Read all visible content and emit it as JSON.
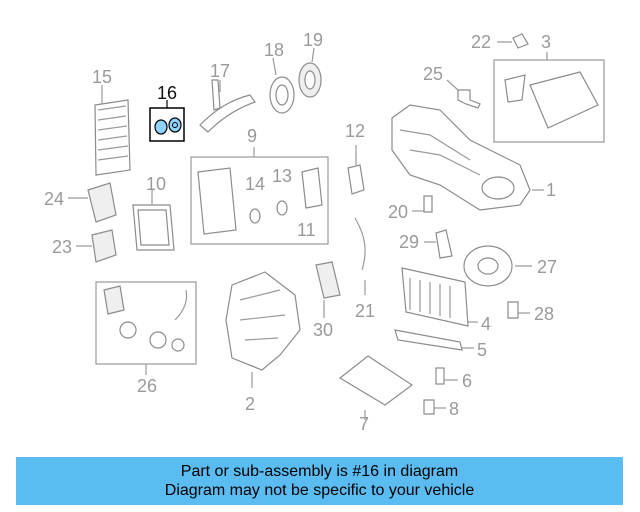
{
  "callouts": {
    "c1": "1",
    "c2": "2",
    "c3": "3",
    "c4": "4",
    "c5": "5",
    "c6": "6",
    "c7": "7",
    "c8": "8",
    "c9": "9",
    "c10": "10",
    "c11": "11",
    "c12": "12",
    "c13": "13",
    "c14": "14",
    "c15": "15",
    "c16": "16",
    "c17": "17",
    "c18": "18",
    "c19": "19",
    "c20": "20",
    "c21": "21",
    "c22": "22",
    "c23": "23",
    "c24": "24",
    "c25": "25",
    "c26": "26",
    "c27": "27",
    "c28": "28",
    "c29": "29",
    "c30": "30"
  },
  "highlight": {
    "part_number": "16",
    "box_color": "#000000"
  },
  "banner": {
    "line1": "Part or sub-assembly is #16 in diagram",
    "line2": "Diagram may not be specific to your vehicle",
    "color": "#5bbcf2"
  }
}
